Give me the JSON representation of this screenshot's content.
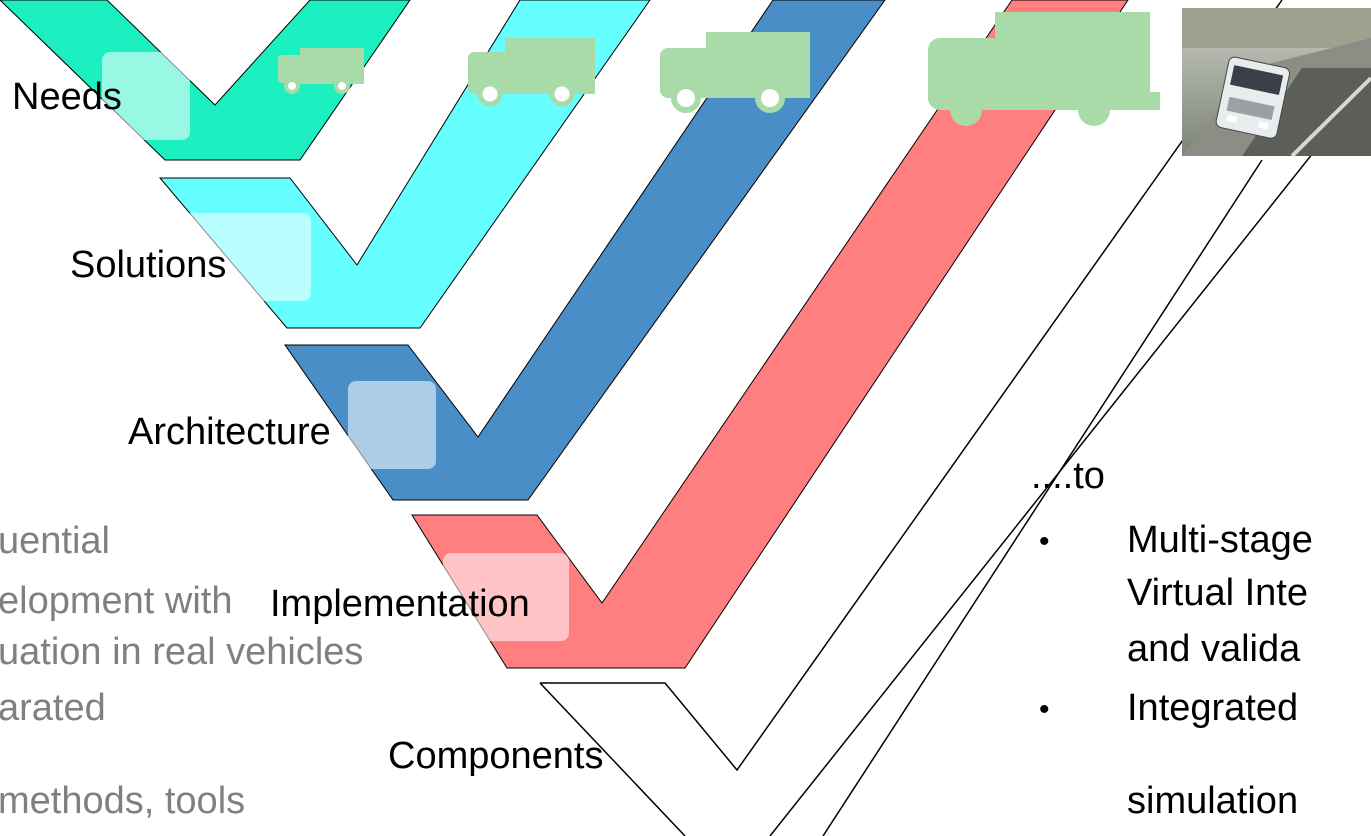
{
  "labels": {
    "needs": "Needs",
    "solutions": "Solutions",
    "architecture": "Architecture",
    "implementation": "Implementation",
    "components": "Components"
  },
  "left_text": {
    "line1": "uential",
    "line2": "elopment with",
    "line3": "uation in real vehicles",
    "line4": "arated",
    "line5": " methods, tools"
  },
  "right_text": {
    "intro": "....to",
    "bullet1_line1": "Multi-stage",
    "bullet1_line2": "Virtual Inte",
    "bullet1_line3": "and valida",
    "bullet2_line1": "Integrated",
    "bullet2_line2": "simulation",
    "bullet_glyph": "•"
  },
  "colors": {
    "needs": "#1CF0C0",
    "solutions": "#66FFFF",
    "architecture": "#4A8EC8",
    "implementation": "#FF7F80",
    "components": "#FFFFFF",
    "truck": "#A8DBA8"
  },
  "icons": [
    "truck-icon",
    "truck-photo"
  ]
}
